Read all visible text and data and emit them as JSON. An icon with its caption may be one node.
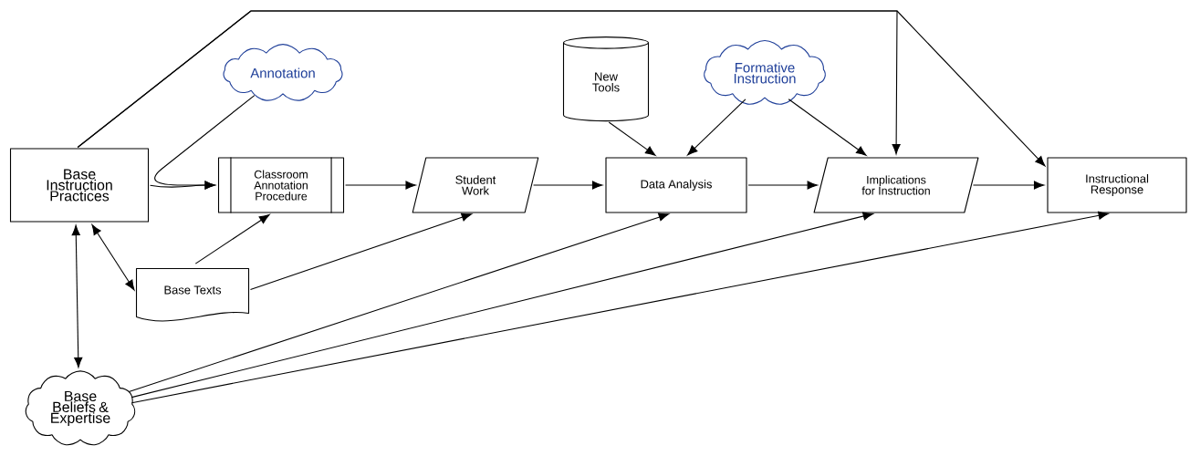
{
  "diagram": {
    "nodes": [
      {
        "text": [
          "Base Instruction Practices"
        ]
      },
      {
        "text": [
          "Annotation"
        ]
      },
      {
        "text": [
          "Classroom Annotation Procedure"
        ]
      },
      {
        "text": [
          "Student Work"
        ]
      },
      {
        "text": [
          "New Tools"
        ]
      },
      {
        "text": [
          "Formative Instruction"
        ]
      },
      {
        "text": [
          "Data Analysis"
        ]
      },
      {
        "text": [
          "Implications for Instruction"
        ]
      },
      {
        "text": [
          "Instructional Response"
        ]
      },
      {
        "text": [
          "Base Texts"
        ]
      },
      {
        "text": [
          "Base Beliefs & Expertise"
        ]
      }
    ],
    "edges": [
      {
        "from": 0,
        "to": 2,
        "arrow": "to"
      },
      {
        "from": 1,
        "to": 2,
        "arrow": "to"
      },
      {
        "from": 0,
        "to": 7,
        "arrow": "to"
      },
      {
        "from": 0,
        "to": 8,
        "arrow": "to"
      },
      {
        "from": 2,
        "to": 3,
        "arrow": "to"
      },
      {
        "from": 3,
        "to": 6,
        "arrow": "to"
      },
      {
        "from": 6,
        "to": 7,
        "arrow": "to"
      },
      {
        "from": 7,
        "to": 8,
        "arrow": "to"
      },
      {
        "from": 4,
        "to": 6,
        "arrow": "to"
      },
      {
        "from": 5,
        "to": 6,
        "arrow": "to"
      },
      {
        "from": 5,
        "to": 7,
        "arrow": "to"
      },
      {
        "from": 0,
        "to": 9,
        "arrow": "both"
      },
      {
        "from": 9,
        "to": 2,
        "arrow": "to"
      },
      {
        "from": 9,
        "to": 3,
        "arrow": "to"
      },
      {
        "from": 0,
        "to": 10,
        "arrow": "both"
      },
      {
        "from": 10,
        "to": 6,
        "arrow": "to"
      },
      {
        "from": 10,
        "to": 7,
        "arrow": "to"
      },
      {
        "from": 10,
        "to": 8,
        "arrow": "to"
      }
    ]
  }
}
